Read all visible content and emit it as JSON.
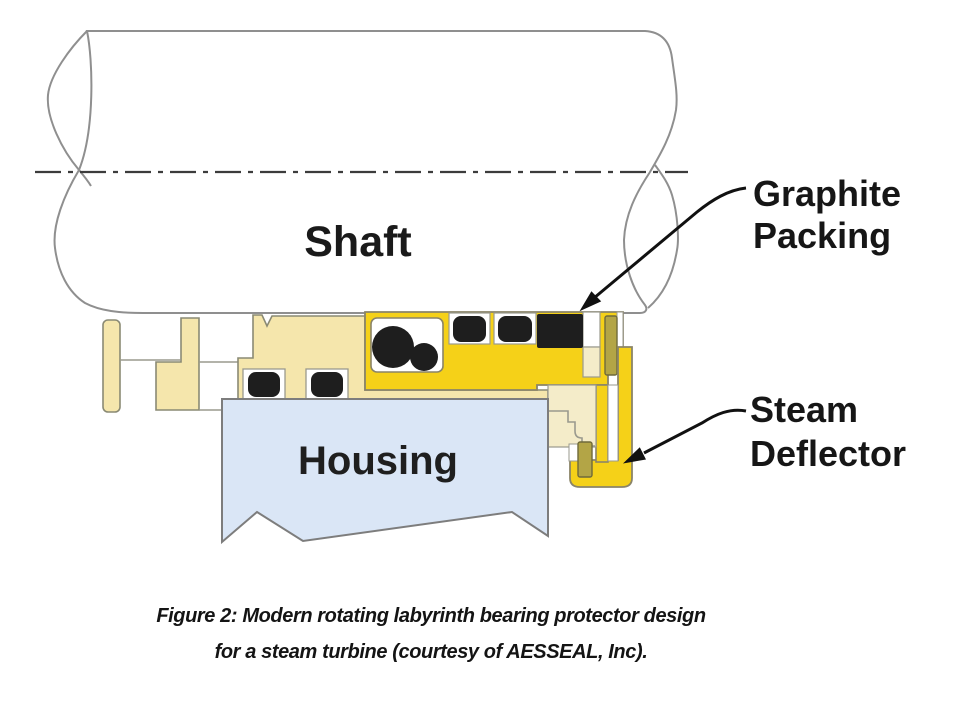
{
  "diagram": {
    "labels": {
      "shaft": "Shaft",
      "housing": "Housing",
      "graphite_packing_line1": "Graphite",
      "graphite_packing_line2": "Packing",
      "steam_deflector_line1": "Steam",
      "steam_deflector_line2": "Deflector"
    },
    "caption": {
      "line1": "Figure 2:  Modern rotating labyrinth bearing protector design",
      "line2": "for a steam turbine (courtesy of AESSEAL, Inc)."
    },
    "colors": {
      "rotor_yellow": "#F5D118",
      "stator_cream": "#F5E6AC",
      "inner_cream": "#F4ECC9",
      "housing_blue": "#DAE6F6",
      "olive": "#B3A546",
      "seal_black": "#1E1E1E",
      "white": "#FFFFFF",
      "outline_gray": "#8A8A74",
      "shaft_outline": "#8F8F8F",
      "arrow_black": "#111111"
    }
  }
}
